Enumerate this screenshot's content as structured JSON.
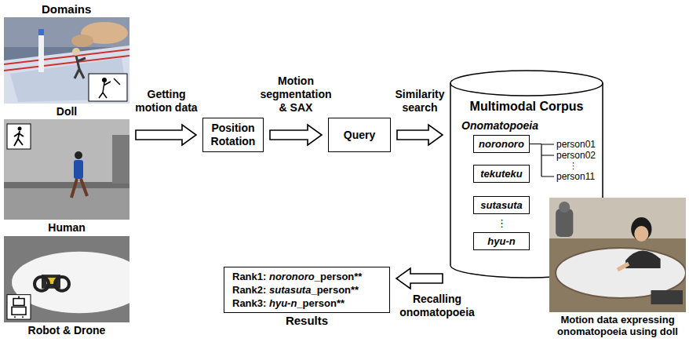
{
  "diagram": {
    "nodes": [
      {
        "text": [
          "Doll"
        ]
      },
      {
        "text": [
          "Human"
        ]
      },
      {
        "text": [
          "Robot & Drone"
        ]
      },
      {
        "text": [
          "Position Rotation"
        ]
      },
      {
        "text": [
          "Query"
        ]
      },
      {
        "text": [
          "Multimodal Corpus",
          "Onomatopoeia"
        ]
      },
      {
        "text": [
          "noronoro"
        ],
        "in": 5
      },
      {
        "text": [
          "tekuteku"
        ],
        "in": 5
      },
      {
        "text": [
          "sutasuta"
        ],
        "in": 5
      },
      {
        "text": [
          "hyu-n"
        ],
        "in": 5
      },
      {
        "text": [
          "Rank1: noronoro_person**",
          "Rank2: sutasuta_person**",
          "Rank3: hyu-n_person**",
          "Results"
        ]
      },
      {
        "text": [
          "Motion data expressing onomatopoeia using doll"
        ]
      }
    ],
    "edges": [
      {
        "from": 1,
        "to": 3,
        "arrow": "to",
        "label": "Getting motion data"
      },
      {
        "from": 3,
        "to": 4,
        "arrow": "to",
        "label": "Motion segmentation & SAX"
      },
      {
        "from": 4,
        "to": 5,
        "arrow": "to",
        "label": "Similarity search"
      },
      {
        "from": 5,
        "to": 10,
        "arrow": "to",
        "label": "Recalling onomatopoeia"
      }
    ],
    "labels": [
      "Domains",
      "⋮",
      "person01",
      "person02",
      "⋮",
      "person11"
    ]
  }
}
